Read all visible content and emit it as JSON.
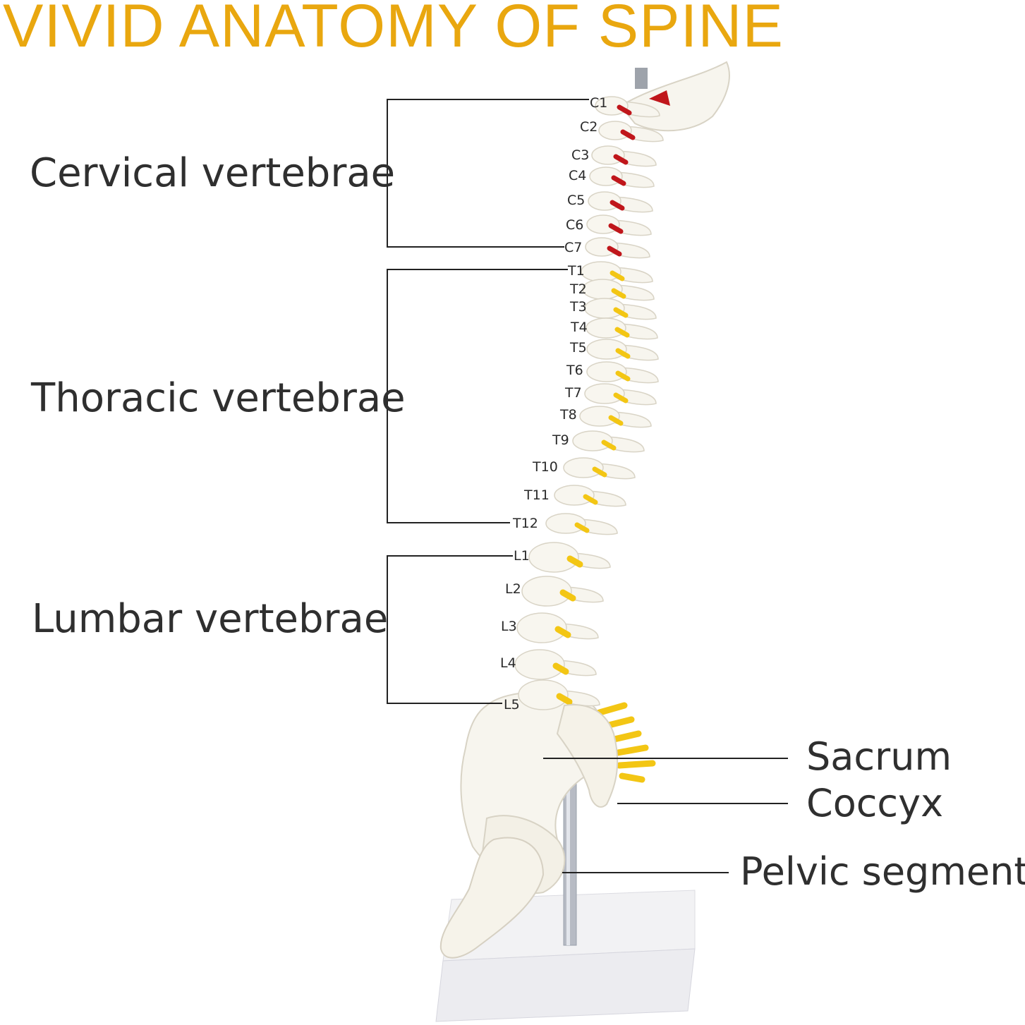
{
  "title": "VIVID ANATOMY OF SPINE",
  "colors": {
    "title": "#E9A70F",
    "text": "#2f2f2f",
    "bone": "#f7f5ee",
    "nerve_yellow": "#F3C614",
    "nerve_red": "#C0161B"
  },
  "groups": {
    "cervical": "Cervical vertebrae",
    "thoracic": "Thoracic vertebrae",
    "lumbar": "Lumbar vertebrae"
  },
  "right_labels": {
    "sacrum": "Sacrum",
    "coccyx": "Coccyx",
    "pelvic": "Pelvic segment"
  },
  "vertebrae": [
    "C1",
    "C2",
    "C3",
    "C4",
    "C5",
    "C6",
    "C7",
    "T1",
    "T2",
    "T3",
    "T4",
    "T5",
    "T6",
    "T7",
    "T8",
    "T9",
    "T10",
    "T11",
    "T12",
    "L1",
    "L2",
    "L3",
    "L4",
    "L5"
  ]
}
